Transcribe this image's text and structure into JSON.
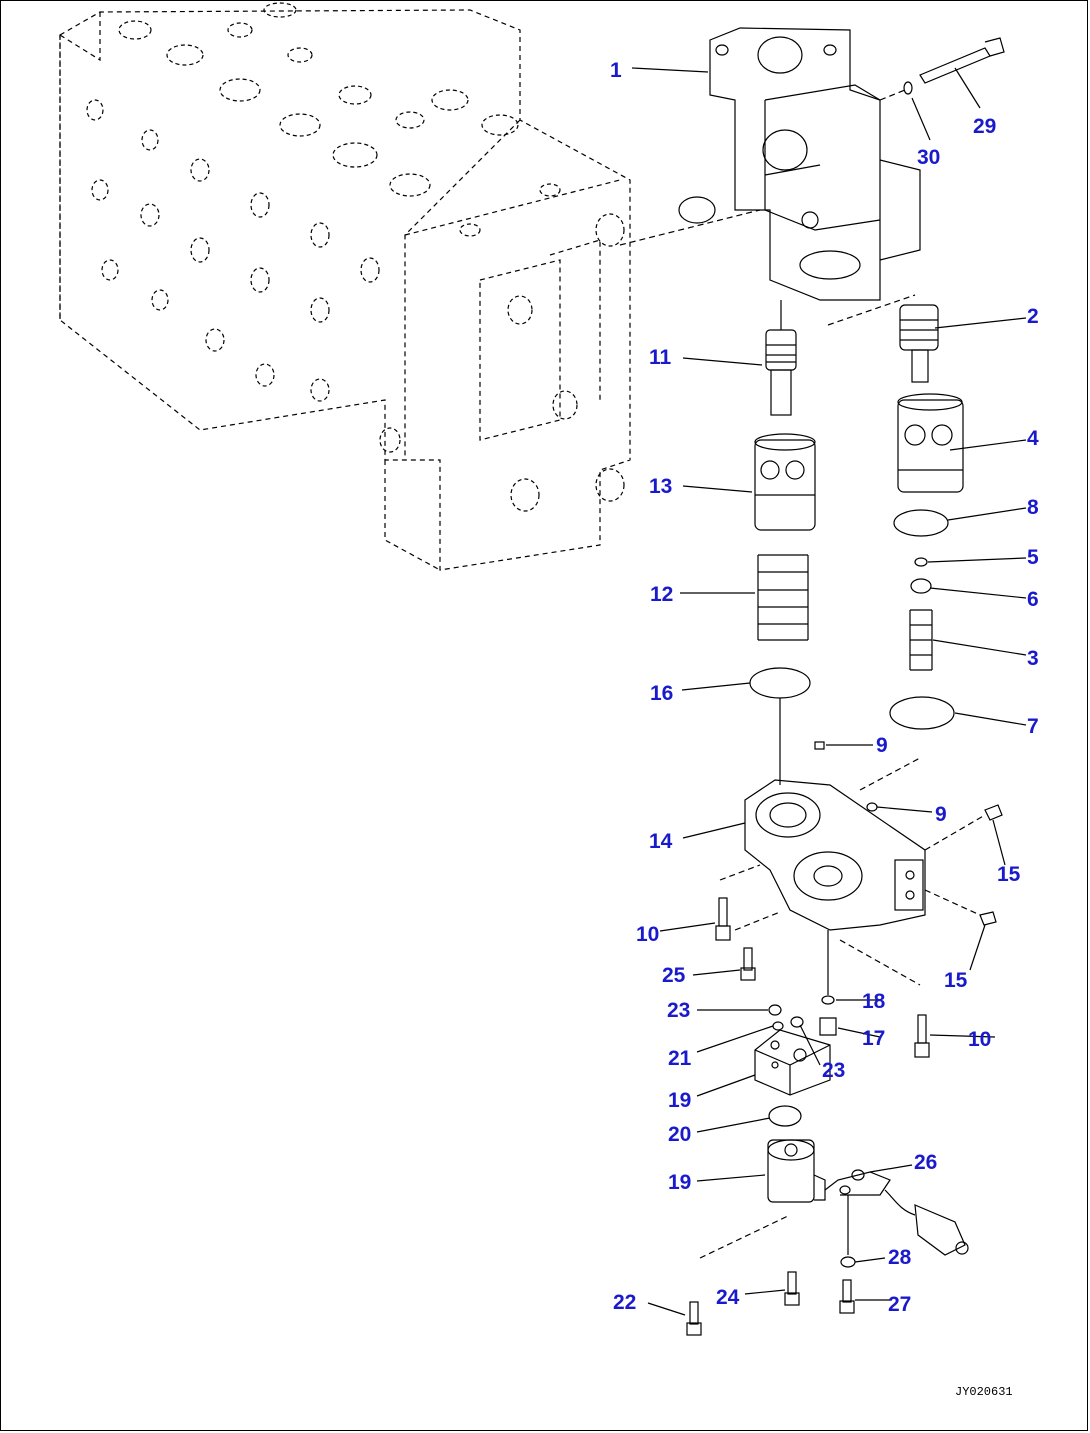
{
  "callouts": [
    {
      "id": "c1",
      "text": "1"
    },
    {
      "id": "c2",
      "text": "2"
    },
    {
      "id": "c3",
      "text": "3"
    },
    {
      "id": "c4",
      "text": "4"
    },
    {
      "id": "c5",
      "text": "5"
    },
    {
      "id": "c6",
      "text": "6"
    },
    {
      "id": "c7",
      "text": "7"
    },
    {
      "id": "c8",
      "text": "8"
    },
    {
      "id": "c9a",
      "text": "9"
    },
    {
      "id": "c9b",
      "text": "9"
    },
    {
      "id": "c10a",
      "text": "10"
    },
    {
      "id": "c10b",
      "text": "10"
    },
    {
      "id": "c11",
      "text": "11"
    },
    {
      "id": "c12",
      "text": "12"
    },
    {
      "id": "c13",
      "text": "13"
    },
    {
      "id": "c14",
      "text": "14"
    },
    {
      "id": "c15a",
      "text": "15"
    },
    {
      "id": "c15b",
      "text": "15"
    },
    {
      "id": "c16",
      "text": "16"
    },
    {
      "id": "c17",
      "text": "17"
    },
    {
      "id": "c18",
      "text": "18"
    },
    {
      "id": "c19a",
      "text": "19"
    },
    {
      "id": "c19b",
      "text": "19"
    },
    {
      "id": "c20",
      "text": "20"
    },
    {
      "id": "c21",
      "text": "21"
    },
    {
      "id": "c22",
      "text": "22"
    },
    {
      "id": "c23a",
      "text": "23"
    },
    {
      "id": "c23b",
      "text": "23"
    },
    {
      "id": "c24",
      "text": "24"
    },
    {
      "id": "c25",
      "text": "25"
    },
    {
      "id": "c26",
      "text": "26"
    },
    {
      "id": "c27",
      "text": "27"
    },
    {
      "id": "c28",
      "text": "28"
    },
    {
      "id": "c29",
      "text": "29"
    },
    {
      "id": "c30",
      "text": "30"
    }
  ],
  "drawing_code": "JY020631",
  "colors": {
    "callout": "#1a1acd",
    "line": "#000000",
    "background": "#ffffff"
  }
}
